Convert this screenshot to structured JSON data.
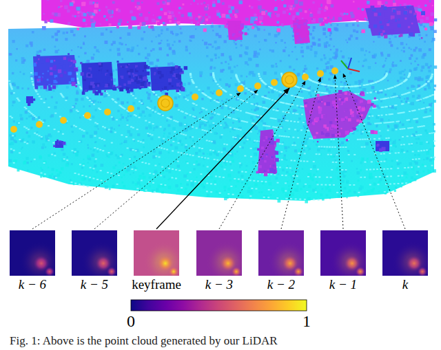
{
  "diagram": {
    "caption": "Fig. 1: Above is the point cloud generated by our LiDAR",
    "nodes": [
      {
        "text": [
          "k − 6"
        ]
      },
      {
        "text": [
          "k − 5"
        ]
      },
      {
        "text": [
          "keyframe"
        ]
      },
      {
        "text": [
          "k − 3"
        ]
      },
      {
        "text": [
          "k − 2"
        ]
      },
      {
        "text": [
          "k − 1"
        ]
      },
      {
        "text": [
          "k"
        ]
      }
    ],
    "labels": [
      "0",
      "1"
    ]
  }
}
